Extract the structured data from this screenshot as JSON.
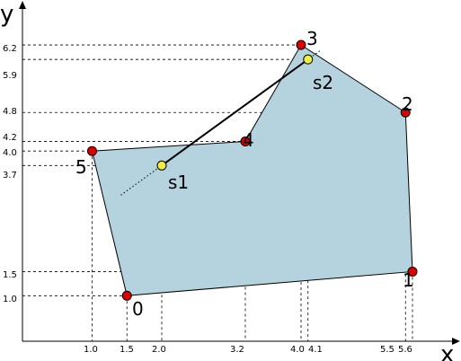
{
  "x_axis_label": "x",
  "y_axis_label": "y",
  "x_ticks": [
    "1.0",
    "1.5",
    "2.0",
    "3.2",
    "4.0",
    "4.1",
    "5.5",
    "5.6"
  ],
  "y_ticks": [
    "6.2",
    "5.9",
    "4.8",
    "4.2",
    "4.0",
    "3.7",
    "1.5",
    "1.0"
  ],
  "colors": {
    "polygon_fill": "#b4d3de",
    "polygon_stroke": "#000000",
    "vertex_fill": "#dd0000",
    "segment_point_fill": "#eeee44",
    "guide_line": "#000000"
  },
  "vertices": [
    {
      "label": "0",
      "x": 1.5,
      "y": 1.0
    },
    {
      "label": "1",
      "x": 5.6,
      "y": 1.5
    },
    {
      "label": "2",
      "x": 5.5,
      "y": 4.8
    },
    {
      "label": "3",
      "x": 4.0,
      "y": 6.2
    },
    {
      "label": "4",
      "x": 3.2,
      "y": 4.2
    },
    {
      "label": "5",
      "x": 1.0,
      "y": 4.0
    }
  ],
  "segment_points": [
    {
      "label": "s1",
      "x": 2.0,
      "y": 3.7
    },
    {
      "label": "s2",
      "x": 4.1,
      "y": 5.9
    }
  ]
}
